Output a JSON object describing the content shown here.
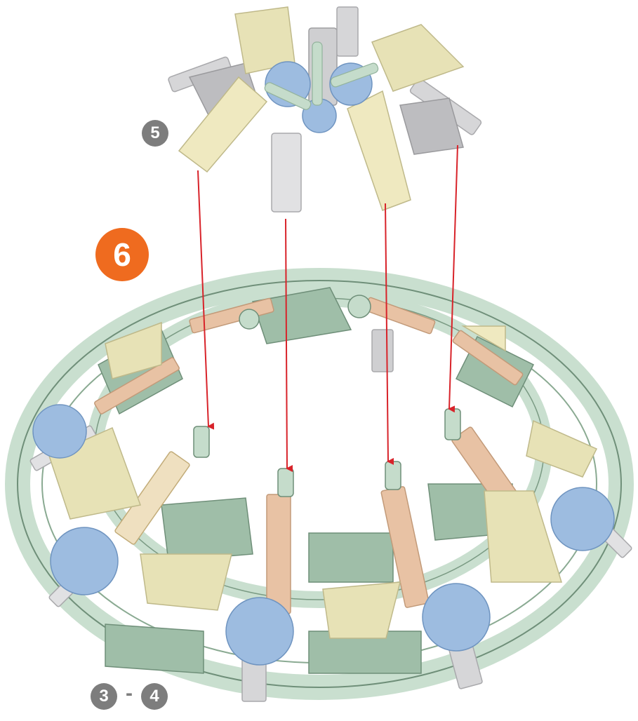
{
  "steps": {
    "current": "6",
    "top_part_ref": "5",
    "bottom_range": {
      "from": "3",
      "separator": "-",
      "to": "4"
    }
  },
  "colors": {
    "step_badge": "#ef6b1f",
    "ref_badge": "#7d7d7d",
    "arrow": "#d8232a",
    "connector_green": "#c5dccb",
    "rod_blue": "#8fb2d6",
    "rod_tan": "#e8c2a4",
    "beige_piece": "#e7e2b6",
    "gray_piece": "#cfcfd1"
  },
  "icons": {
    "arrows": "down-arrow",
    "pieces": "construction-pieces"
  }
}
